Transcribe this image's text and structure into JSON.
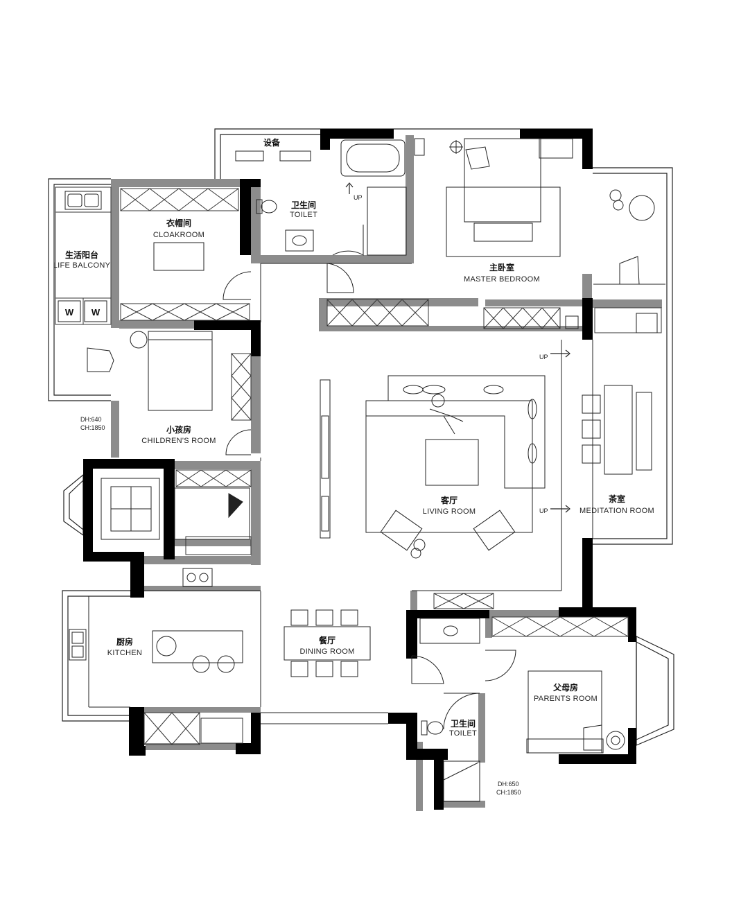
{
  "rooms": {
    "equipment": {
      "cn": "设备"
    },
    "toilet_top": {
      "cn": "卫生间",
      "en": "TOILET"
    },
    "cloakroom": {
      "cn": "衣帽间",
      "en": "CLOAKROOM"
    },
    "life_balcony": {
      "cn": "生活阳台",
      "en": "LIFE BALCONY"
    },
    "master_bedroom": {
      "cn": "主卧室",
      "en": "MASTER BEDROOM"
    },
    "children_room": {
      "cn": "小孩房",
      "en": "CHILDREN'S ROOM"
    },
    "living_room": {
      "cn": "客厅",
      "en": "LIVING ROOM"
    },
    "meditation": {
      "cn": "茶室",
      "en": "MEDITATION ROOM"
    },
    "kitchen": {
      "cn": "厨房",
      "en": "KITCHEN"
    },
    "dining_room": {
      "cn": "餐厅",
      "en": "DINING ROOM"
    },
    "parents_room": {
      "cn": "父母房",
      "en": "PARENTS ROOM"
    },
    "toilet_bottom": {
      "cn": "卫生间",
      "en": "TOILET"
    }
  },
  "annotations": {
    "window_left_dh": "DH:640",
    "window_left_ch": "CH:1850",
    "window_right_dh": "DH:650",
    "window_right_ch": "CH:1850",
    "up_label": "UP",
    "washer_label": "W"
  }
}
